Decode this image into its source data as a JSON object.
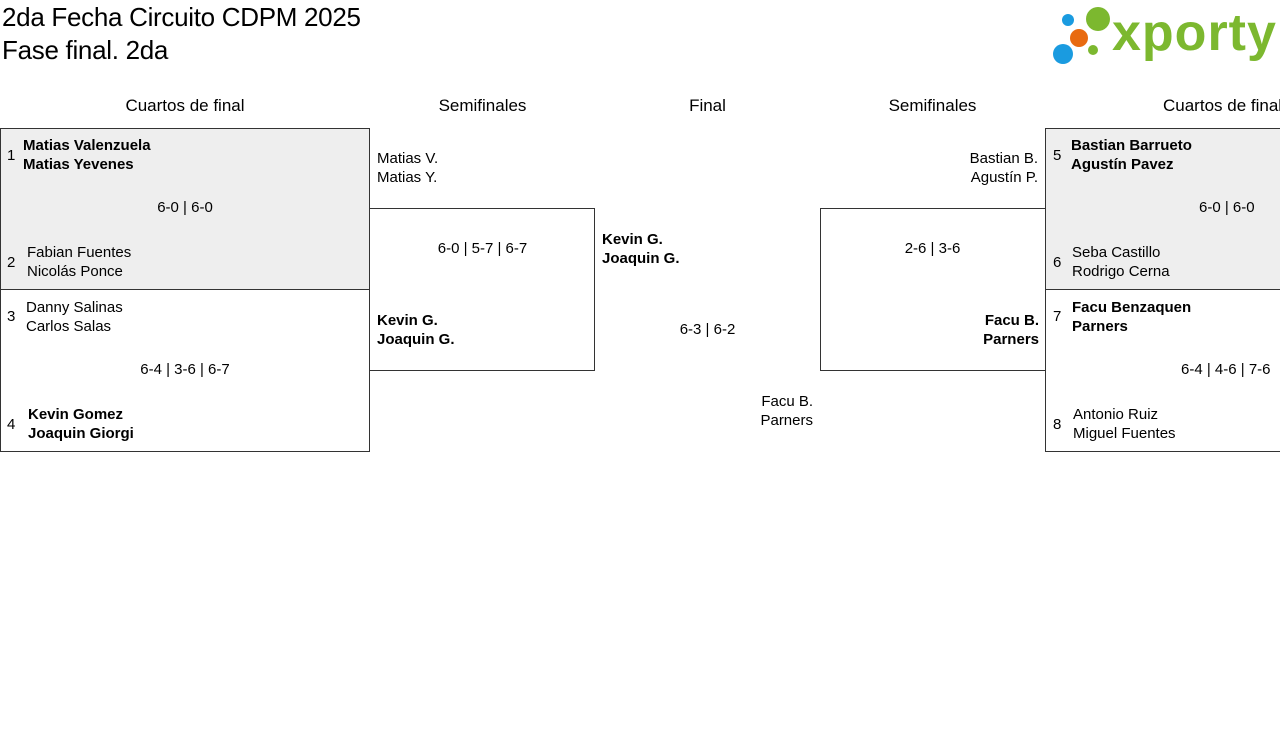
{
  "header": {
    "title_line1": "2da Fecha Circuito CDPM 2025",
    "title_line2": "Fase final. 2da"
  },
  "logo": {
    "text": "xporty",
    "icon": "xporty-dots-logo",
    "colors": {
      "green": "#7cb82f",
      "blue": "#1a9be0",
      "orange": "#e86a10"
    }
  },
  "rounds": {
    "left_quarters": "Cuartos de final",
    "left_semis": "Semifinales",
    "final": "Final",
    "right_semis": "Semifinales",
    "right_quarters": "Cuartos de final"
  },
  "quarters": {
    "m1": {
      "top": {
        "seed": "1",
        "p1": "Matias Valenzuela",
        "p2": "Matias Yevenes"
      },
      "bottom": {
        "seed": "2",
        "p1": "Fabian Fuentes",
        "p2": "Nicolás Ponce"
      },
      "score": "6-0 | 6-0"
    },
    "m2": {
      "top": {
        "seed": "3",
        "p1": "Danny Salinas",
        "p2": "Carlos Salas"
      },
      "bottom": {
        "seed": "4",
        "p1": "Kevin Gomez",
        "p2": "Joaquin Giorgi"
      },
      "score": "6-4 | 3-6 | 6-7"
    },
    "m3": {
      "top": {
        "seed": "5",
        "p1": "Bastian Barrueto",
        "p2": "Agustín Pavez"
      },
      "bottom": {
        "seed": "6",
        "p1": "Seba Castillo",
        "p2": "Rodrigo Cerna"
      },
      "score": "6-0 | 6-0"
    },
    "m4": {
      "top": {
        "seed": "7",
        "p1": "Facu Benzaquen",
        "p2": "Parners"
      },
      "bottom": {
        "seed": "8",
        "p1": "Antonio Ruiz",
        "p2": "Miguel Fuentes"
      },
      "score": "6-4 | 4-6 | 7-6"
    }
  },
  "semis": {
    "left": {
      "top": {
        "p1": "Matias V.",
        "p2": "Matias Y."
      },
      "bottom": {
        "p1": "Kevin G.",
        "p2": "Joaquin G."
      },
      "score": "6-0 | 5-7 | 6-7"
    },
    "right": {
      "top": {
        "p1": "Bastian B.",
        "p2": "Agustín P."
      },
      "bottom": {
        "p1": "Facu B.",
        "p2": "Parners"
      },
      "score": "2-6 | 3-6"
    }
  },
  "final": {
    "winner": {
      "p1": "Kevin G.",
      "p2": "Joaquin G."
    },
    "runner_up": {
      "p1": "Facu B.",
      "p2": "Parners"
    },
    "score": "6-3 | 6-2"
  }
}
